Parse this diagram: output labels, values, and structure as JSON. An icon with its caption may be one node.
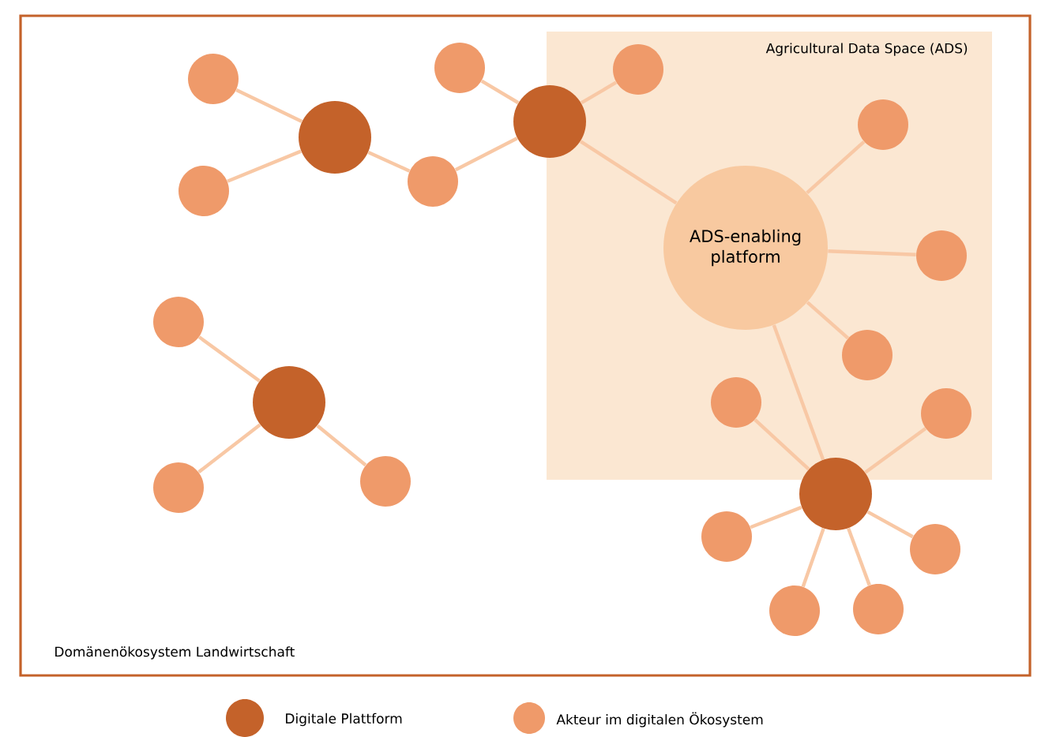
{
  "diagram": {
    "nodes": [
      {
        "text": [
          "Domänenökosystem Landwirtschaft"
        ]
      },
      {
        "text": [
          "Agricultural Data Space (ADS)"
        ],
        "in": 0
      },
      {
        "text": [
          "ADS-enabling platform"
        ],
        "in": 1
      },
      {
        "text": [],
        "shape": "circle",
        "in": 0
      },
      {
        "text": [],
        "shape": "circle",
        "in": 0
      },
      {
        "text": [],
        "shape": "circle",
        "in": 0
      },
      {
        "text": [],
        "shape": "circle",
        "in": 0
      },
      {
        "text": [],
        "shape": "circle",
        "in": 0
      },
      {
        "text": [],
        "shape": "circle",
        "in": 0
      },
      {
        "text": [],
        "shape": "circle",
        "in": 1
      },
      {
        "text": [],
        "shape": "circle",
        "in": 1
      },
      {
        "text": [],
        "shape": "circle",
        "in": 1
      },
      {
        "text": [],
        "shape": "circle",
        "in": 1
      },
      {
        "text": [],
        "shape": "circle",
        "in": 0
      },
      {
        "text": [],
        "shape": "circle",
        "in": 0
      },
      {
        "text": [],
        "shape": "circle",
        "in": 0
      },
      {
        "text": [],
        "shape": "circle",
        "in": 0
      },
      {
        "text": [],
        "shape": "circle",
        "in": 1
      },
      {
        "text": [],
        "shape": "circle",
        "in": 1
      },
      {
        "text": [],
        "shape": "circle",
        "in": 0
      },
      {
        "text": [],
        "shape": "circle",
        "in": 0
      },
      {
        "text": [],
        "shape": "circle",
        "in": 0
      },
      {
        "text": [],
        "shape": "circle",
        "in": 0
      },
      {
        "text": [],
        "shape": "circle",
        "in": 0
      }
    ],
    "edges": [
      {
        "from": 3,
        "to": 4,
        "arrow": "none"
      },
      {
        "from": 5,
        "to": 4,
        "arrow": "none"
      },
      {
        "from": 4,
        "to": 6,
        "arrow": "none"
      },
      {
        "from": 6,
        "to": 8,
        "arrow": "none"
      },
      {
        "from": 7,
        "to": 8,
        "arrow": "none"
      },
      {
        "from": 8,
        "to": 9,
        "arrow": "none"
      },
      {
        "from": 8,
        "to": 2,
        "arrow": "none"
      },
      {
        "from": 2,
        "to": 10,
        "arrow": "none"
      },
      {
        "from": 2,
        "to": 11,
        "arrow": "none"
      },
      {
        "from": 2,
        "to": 12,
        "arrow": "none"
      },
      {
        "from": 2,
        "to": 19,
        "arrow": "none"
      },
      {
        "from": 13,
        "to": 14,
        "arrow": "none"
      },
      {
        "from": 14,
        "to": 15,
        "arrow": "none"
      },
      {
        "from": 14,
        "to": 16,
        "arrow": "none"
      },
      {
        "from": 17,
        "to": 19,
        "arrow": "none"
      },
      {
        "from": 18,
        "to": 19,
        "arrow": "none"
      },
      {
        "from": 19,
        "to": 20,
        "arrow": "none"
      },
      {
        "from": 19,
        "to": 21,
        "arrow": "none"
      },
      {
        "from": 19,
        "to": 22,
        "arrow": "none"
      },
      {
        "from": 19,
        "to": 23,
        "arrow": "none"
      }
    ],
    "legend": [
      {
        "text": "Digitale Plattform",
        "color": "#c4622a"
      },
      {
        "text": "Akteur im digitalen Ökosystem",
        "color": "#ef9a6a"
      }
    ]
  }
}
